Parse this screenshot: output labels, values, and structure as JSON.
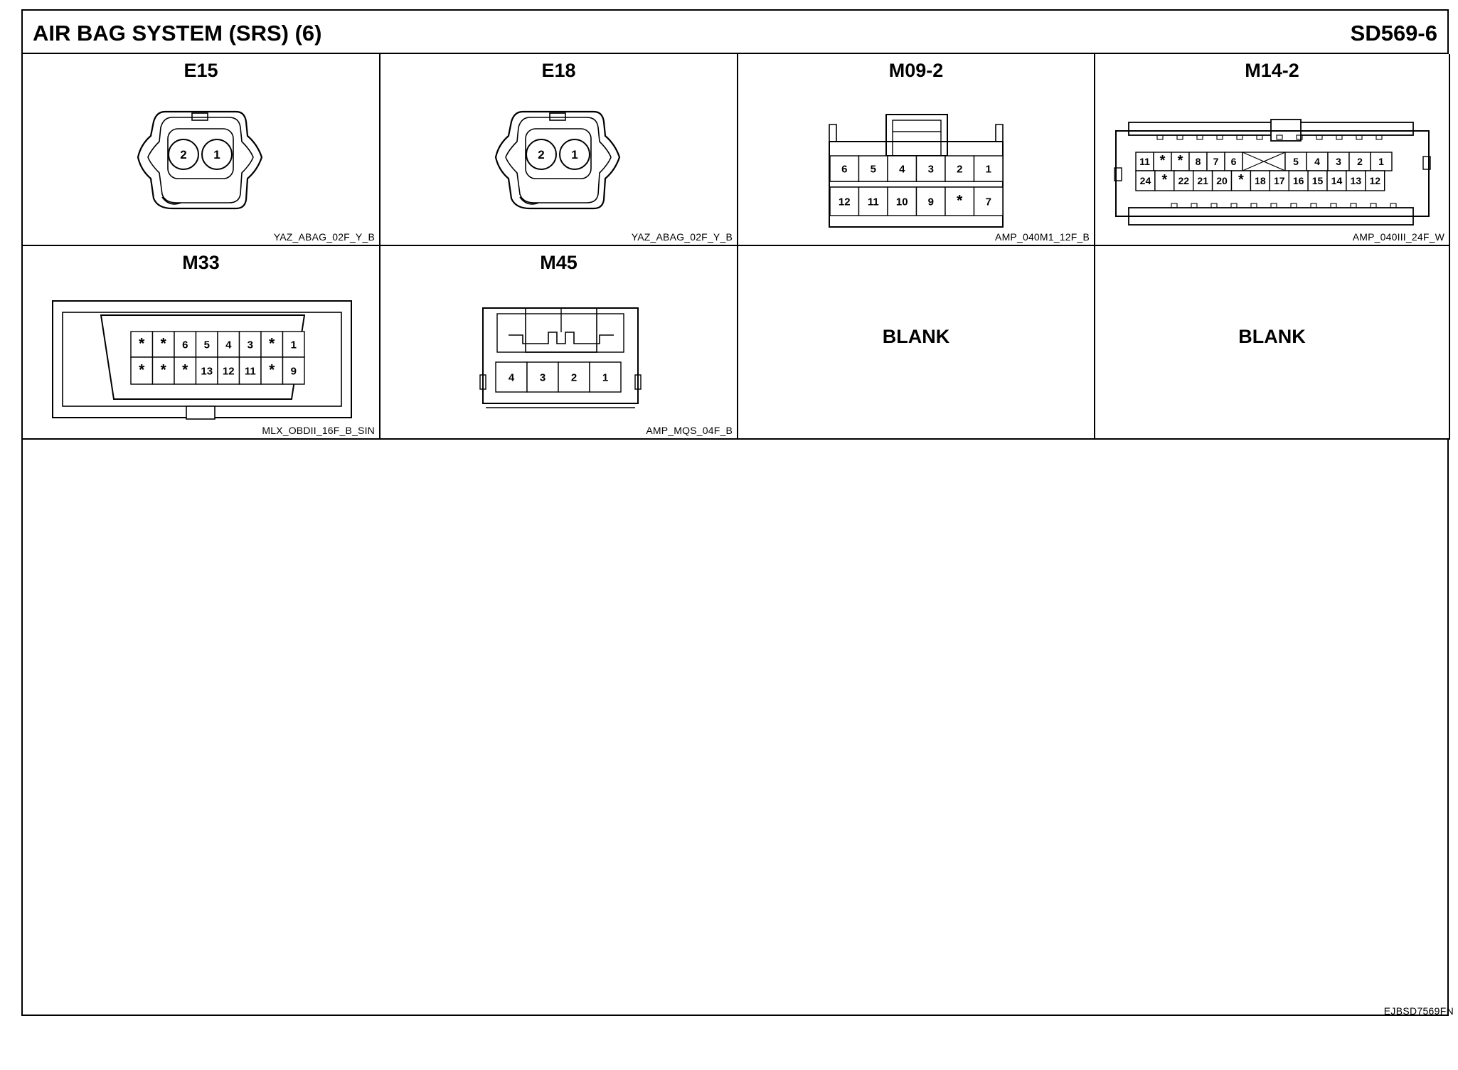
{
  "header": {
    "title": "AIR BAG SYSTEM (SRS) (6)",
    "sheet_number": "SD569-6"
  },
  "connectors": {
    "e15": {
      "label": "E15",
      "part": "YAZ_ABAG_02F_Y_B",
      "pins": [
        "2",
        "1"
      ]
    },
    "e18": {
      "label": "E18",
      "part": "YAZ_ABAG_02F_Y_B",
      "pins": [
        "2",
        "1"
      ]
    },
    "m09_2": {
      "label": "M09-2",
      "part": "AMP_040M1_12F_B",
      "top_row": [
        "6",
        "5",
        "4",
        "3",
        "2",
        "1"
      ],
      "bottom_row": [
        "12",
        "11",
        "10",
        "9",
        "*",
        "7"
      ]
    },
    "m14_2": {
      "label": "M14-2",
      "part": "AMP_040III_24F_W",
      "top_left": [
        "11",
        "*",
        "*",
        "8",
        "7",
        "6"
      ],
      "top_right": [
        "5",
        "4",
        "3",
        "2",
        "1"
      ],
      "bottom_row": [
        "24",
        "*",
        "22",
        "21",
        "20",
        "*",
        "18",
        "17",
        "16",
        "15",
        "14",
        "13",
        "12"
      ]
    },
    "m33": {
      "label": "M33",
      "part": "MLX_OBDII_16F_B_SIN",
      "top_row": [
        "*",
        "*",
        "6",
        "5",
        "4",
        "3",
        "*",
        "1"
      ],
      "bottom_row": [
        "*",
        "*",
        "*",
        "13",
        "12",
        "11",
        "*",
        "9"
      ]
    },
    "m45": {
      "label": "M45",
      "part": "AMP_MQS_04F_B",
      "pins": [
        "4",
        "3",
        "2",
        "1"
      ]
    }
  },
  "blanks": [
    "BLANK",
    "BLANK"
  ],
  "footer": {
    "code": "EJBSD7569FN"
  }
}
